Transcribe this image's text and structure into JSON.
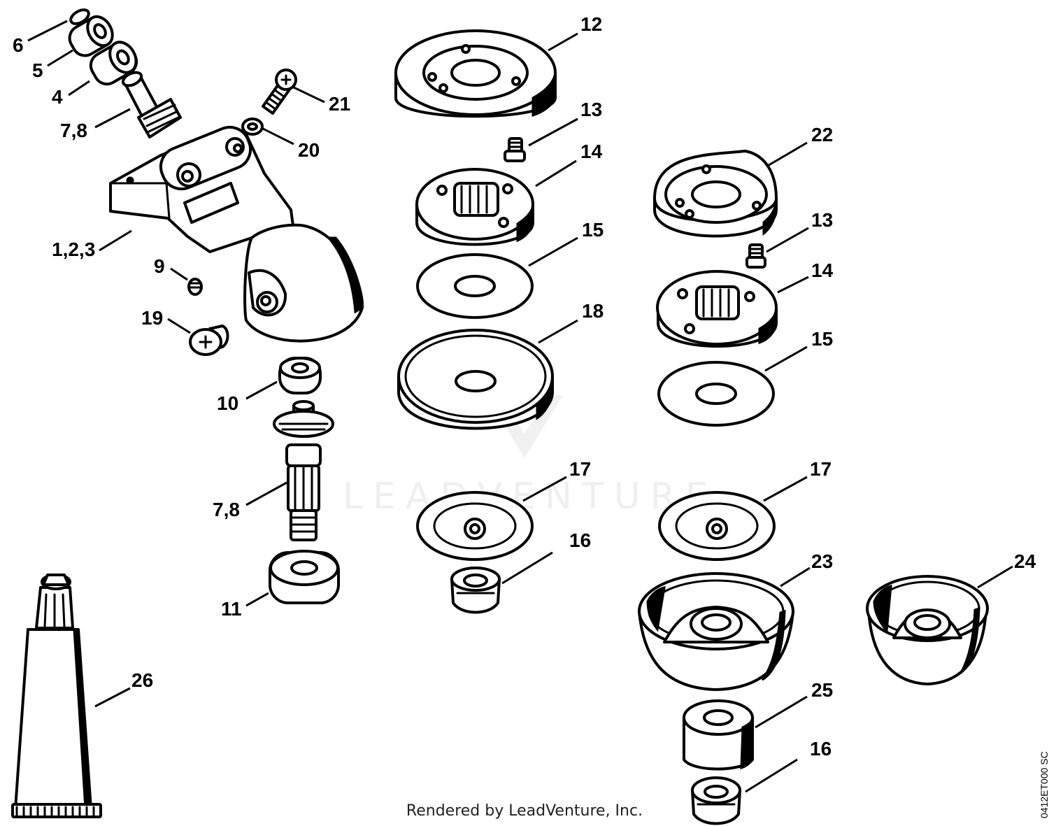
{
  "callouts": {
    "c1": "12",
    "c2": "6",
    "c3": "5",
    "c4": "4",
    "c5": "21",
    "c6": "7,8",
    "c7": "13",
    "c8": "20",
    "c9": "22",
    "c10": "14",
    "c11": "1,2,3",
    "c12": "15",
    "c13": "13",
    "c14": "9",
    "c15": "14",
    "c16": "18",
    "c17": "19",
    "c18": "15",
    "c19": "10",
    "c20": "17",
    "c21": "17",
    "c22": "7,8",
    "c23": "16",
    "c24": "23",
    "c25": "24",
    "c26": "11",
    "c27": "26",
    "c28": "25",
    "c29": "16"
  },
  "footer": "Rendered by LeadVenture, Inc.",
  "drawing_code": "0412ET000 SC",
  "watermark": "LEADVENTURE"
}
